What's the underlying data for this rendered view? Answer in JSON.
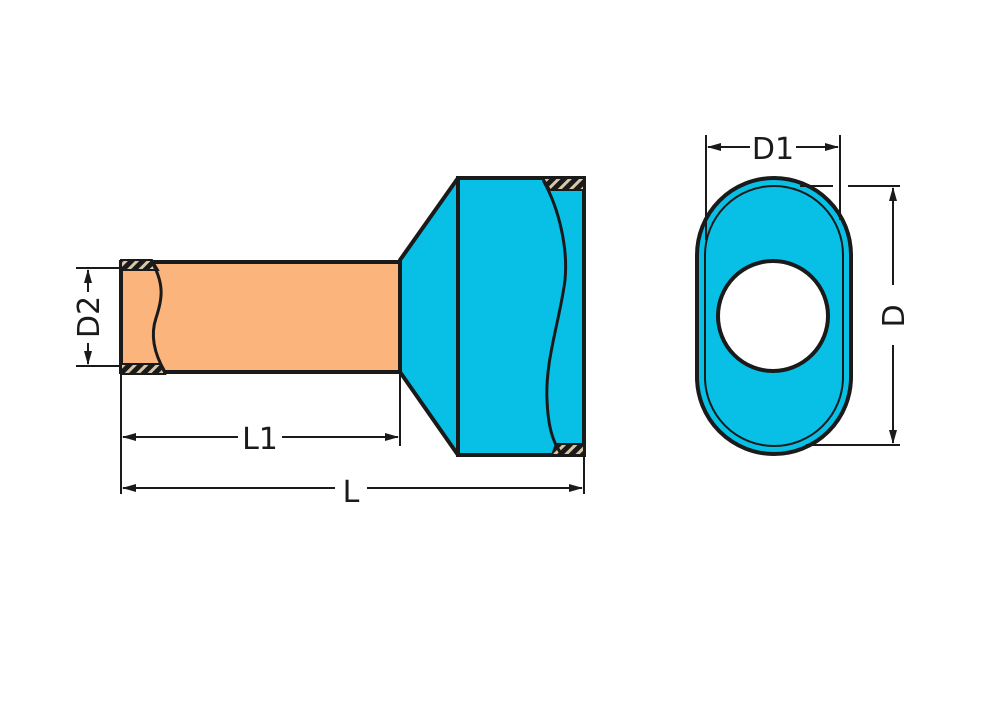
{
  "diagram": {
    "type": "technical-drawing",
    "subject": "twin wire ferrule (end sleeve) with insulating collar",
    "colors": {
      "sleeve": "#fbb47c",
      "collar": "#08c0e6",
      "outline": "#1a1a1a",
      "background": "#ffffff",
      "hole": "#ffffff"
    },
    "side_view": {
      "labels": {
        "d2": "D2",
        "l1": "L1",
        "l": "L"
      }
    },
    "end_view": {
      "labels": {
        "d1": "D1",
        "d": "D"
      }
    }
  }
}
